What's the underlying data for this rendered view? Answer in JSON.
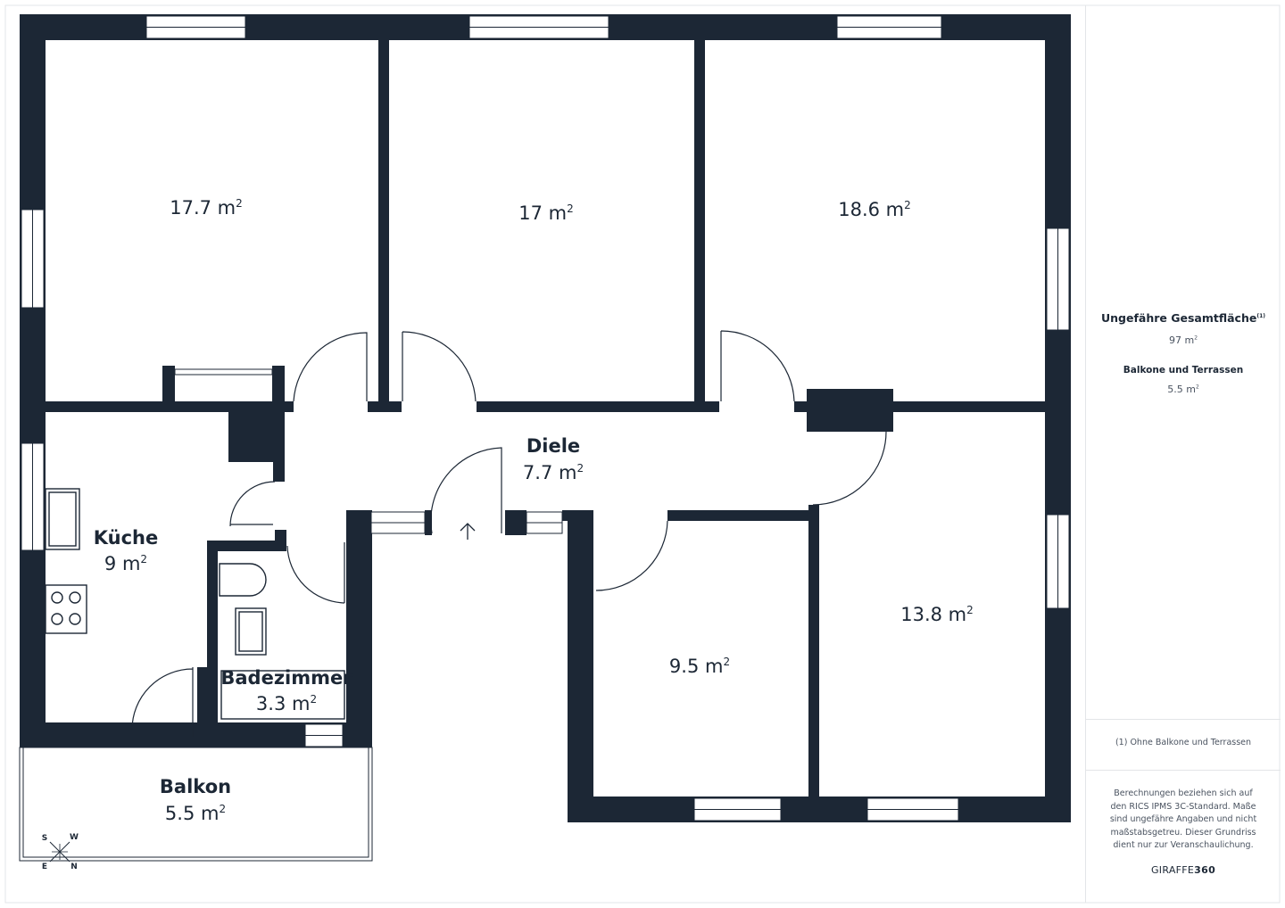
{
  "rooms": {
    "bedroom_nw": {
      "area": "17.7 m",
      "sup": "2"
    },
    "bedroom_n": {
      "area": "17 m",
      "sup": "2"
    },
    "bedroom_ne": {
      "area": "18.6 m",
      "sup": "2"
    },
    "kitchen": {
      "name": "Küche",
      "area": "9 m",
      "sup": "2"
    },
    "hallway": {
      "name": "Diele",
      "area": "7.7 m",
      "sup": "2"
    },
    "bathroom": {
      "name": "Badezimmer",
      "area": "3.3 m",
      "sup": "2"
    },
    "room_s": {
      "area": "9.5 m",
      "sup": "2"
    },
    "room_se": {
      "area": "13.8 m",
      "sup": "2"
    },
    "balcony": {
      "name": "Balkon",
      "area": "5.5 m",
      "sup": "2"
    }
  },
  "compass": {
    "s": "S",
    "w": "W",
    "e": "E",
    "n": "N"
  },
  "summary": {
    "total_label": "Ungefähre Gesamtfläche",
    "total_note_mark": "(1)",
    "total_value": "97 m",
    "balcony_label": "Balkone und Terrassen",
    "balcony_value": "5.5 m",
    "unit_sup": "2",
    "footnote": "(1) Ohne Balkone und Terrassen",
    "disclaimer": "Berechnungen beziehen sich auf den RICS IPMS 3C-Standard. Maße sind ungefähre Angaben und nicht maßstabsgetreu. Dieser Grundriss dient nur zur Veranschaulichung.",
    "brand_prefix": "GIRAFFE",
    "brand_suffix": "360"
  },
  "colors": {
    "wall": "#1c2735",
    "background": "#ffffff",
    "divider": "#e3e5e8"
  },
  "icons": [
    "entrance-arrow-icon",
    "compass-rose-icon"
  ]
}
